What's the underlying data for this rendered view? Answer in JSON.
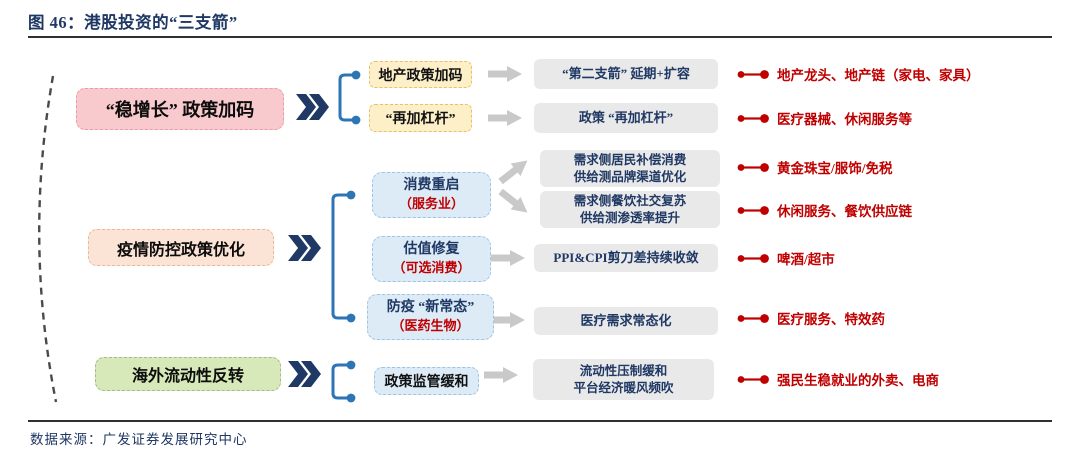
{
  "figure": {
    "title": "图 46：港股投资的“三支箭”",
    "source": "数据来源：广发证券发展研究中心"
  },
  "colors": {
    "navy": "#1F3864",
    "red": "#C00000",
    "bracket_blue": "#2E75B6",
    "pink_bg": "#F8C9CD",
    "peach_bg": "#FBE3D6",
    "green_bg": "#D7E8B9",
    "yellow_bg": "#FDF0C9",
    "blue_bg": "#DDEBF7",
    "gray_bg": "#E9E9E9",
    "arrow_gray": "#C9C9C9"
  },
  "g1": {
    "label": "“稳增长” 政策加码",
    "sub1": "地产政策加码",
    "mid1": "“第二支箭” 延期+扩容",
    "out1": "地产龙头、地产链（家电、家具）",
    "sub2": "“再加杠杆”",
    "mid2": "政策 “再加杠杆”",
    "out2": "医疗器械、休闲服务等"
  },
  "g2": {
    "label": "疫情防控政策优化",
    "sub1_title": "消费重启",
    "sub1_note": "（服务业）",
    "mid1a_line1": "需求侧居民补偿消费",
    "mid1a_line2": "供给测品牌渠道优化",
    "out1a": "黄金珠宝/服饰/免税",
    "mid1b_line1": "需求侧餐饮社交复苏",
    "mid1b_line2": "供给测渗透率提升",
    "out1b": "休闲服务、餐饮供应链",
    "sub2_title": "估值修复",
    "sub2_note": "（可选消费）",
    "mid2": "PPI&CPI剪刀差持续收敛",
    "out2": "啤酒/超市",
    "sub3_title": "防疫 “新常态”",
    "sub3_note": "（医药生物）",
    "mid3": "医疗需求常态化",
    "out3": "医疗服务、特效药"
  },
  "g3": {
    "label": "海外流动性反转",
    "sub1": "政策监管缓和",
    "mid1_line1": "流动性压制缓和",
    "mid1_line2": "平台经济暖风频吹",
    "out1": "强民生稳就业的外卖、电商"
  }
}
